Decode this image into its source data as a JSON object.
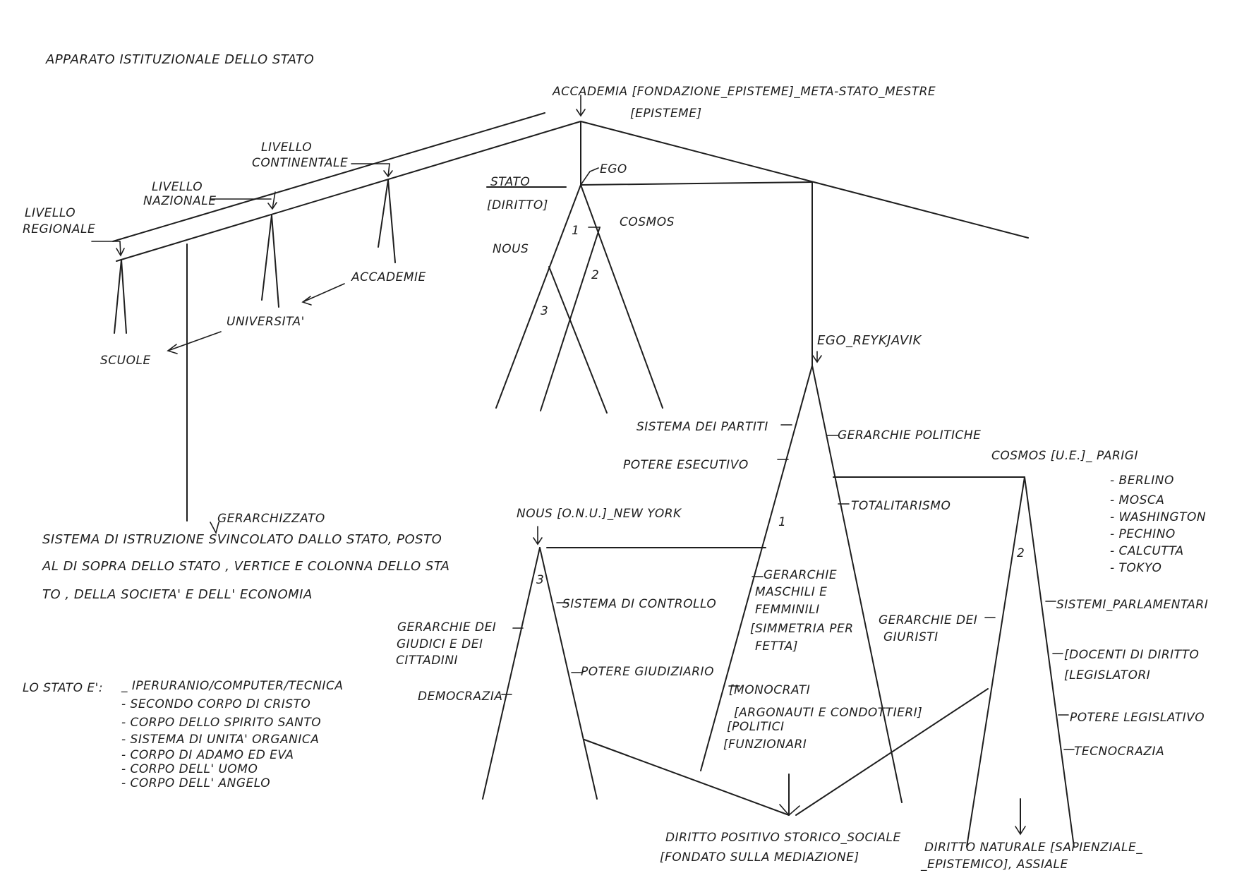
{
  "title": "APPARATO ISTITUZIONALE DELLO STATO",
  "top": {
    "line1": "ACCADEMIA [FONDAZIONE_EPISTEME]_META-STATO_MESTRE",
    "line2": "[EPISTEME]"
  },
  "left_tree": {
    "livello_regionale": [
      "LIVELLO",
      "REGIONALE"
    ],
    "livello_nazionale": [
      "LIVELLO",
      "NAZIONALE"
    ],
    "livello_continentale": [
      "LIVELLO",
      "CONTINENTALE"
    ],
    "accademie": "ACCADEMIE",
    "universita": "UNIVERSITA'",
    "scuole": "SCUOLE"
  },
  "stato_tree": {
    "stato": "STATO",
    "diritto": "[DIRITTO]",
    "ego": "EGO",
    "cosmos": "COSMOS",
    "nous": "NOUS",
    "n1": "1",
    "n2": "2",
    "n3": "3"
  },
  "sistema": {
    "gerarchizzato": "GERARCHIZZATO",
    "line1": "SISTEMA DI ISTRUZIONE  SVINCOLATO DALLO STATO, POSTO",
    "line2": "AL DI SOPRA DELLO STATO , VERTICE E COLONNA DELLO STA",
    "line3": "TO , DELLA SOCIETA' E DELL' ECONOMIA"
  },
  "stato_e": {
    "head": "LO STATO E':",
    "items": [
      "_ IPERURANIO/COMPUTER/TECNICA",
      "- SECONDO CORPO DI CRISTO",
      "- CORPO DELLO SPIRITO SANTO",
      "- SISTEMA DI UNITA' ORGANICA",
      "- CORPO DI ADAMO ED EVA",
      "- CORPO DELL' UOMO",
      "- CORPO DELL' ANGELO"
    ]
  },
  "ego_tree": {
    "title": "EGO_REYKJAVIK",
    "sistema_partiti": "SISTEMA DEI PARTITI",
    "potere_esecutivo": "POTERE ESECUTIVO",
    "gerarchie_politiche": "GERARCHIE POLITICHE",
    "totalitarismo": "TOTALITARISMO",
    "n1": "1",
    "gerarchie_mf": [
      "GERARCHIE",
      "MASCHILI E",
      "FEMMINILI",
      "[SIMMETRIA PER",
      "FETTA]"
    ],
    "monocrati": [
      "[MONOCRATI",
      "[ARGONAUTI E CONDOTTIERI]",
      "[POLITICI",
      "[FUNZIONARI"
    ]
  },
  "nous_tree": {
    "title": "NOUS [O.N.U.]_NEW YORK",
    "n3": "3",
    "sistema_controllo": "SISTEMA DI CONTROLLO",
    "potere_giudiziario": "POTERE GIUDIZIARIO",
    "gerarchie_giudici": [
      "GERARCHIE DEI",
      "GIUDICI E DEI",
      "CITTADINI"
    ],
    "democrazia": "DEMOCRAZIA"
  },
  "cosmos_tree": {
    "title": "COSMOS [U.E.]_ PARIGI",
    "cities": [
      "- BERLINO",
      "- MOSCA",
      "- WASHINGTON",
      "- PECHINO",
      "- CALCUTTA",
      "- TOKYO"
    ],
    "n2": "2",
    "gerarchie_giuristi": [
      "GERARCHIE DEI",
      "GIURISTI"
    ],
    "sistemi_parlamentari": "SISTEMI_PARLAMENTARI",
    "docenti": [
      "[DOCENTI DI DIRITTO",
      "[LEGISLATORI"
    ],
    "potere_legislativo": "POTERE LEGISLATIVO",
    "tecnocrazia": "TECNOCRAZIA"
  },
  "bottom": {
    "diritto_positivo": [
      "DIRITTO POSITIVO STORICO_SOCIALE",
      "[FONDATO SULLA MEDIAZIONE]"
    ],
    "diritto_naturale": [
      "DIRITTO NATURALE [SAPIENZIALE_",
      "_EPISTEMICO], ASSIALE"
    ]
  }
}
